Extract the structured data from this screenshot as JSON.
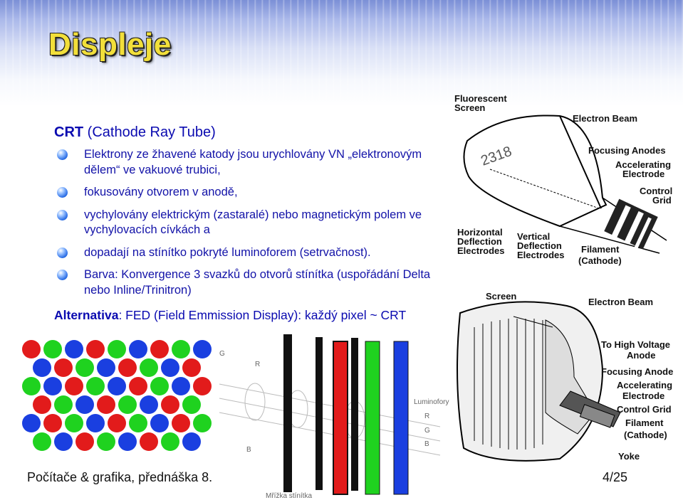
{
  "slide": {
    "title": "Displeje",
    "heading_bold": "CRT",
    "heading_rest": " (Cathode Ray Tube)",
    "bullets": [
      "Elektrony ze žhavené katody jsou urychlovány VN „elektronovým dělem“ ve vakuové trubici,",
      "fokusovány otvorem v anodě,",
      "vychylovány elektrickým (zastaralé) nebo magnetickým polem ve vychylovacích cívkách a",
      "dopadají na stínítko pokryté luminoforem (setrvačnost).",
      "Barva: Konvergence 3 svazků do otvorů stínítka (uspořádání Delta nebo Inline/Trinitron)"
    ],
    "alt_bold": "Alternativa",
    "alt_rest": ": FED (Field Emmission Display): každý pixel ~ CRT",
    "footer_left": "Počítače & grafika, přednáška 8.",
    "footer_right": "4/25"
  },
  "diagram_top": {
    "labels": {
      "fluorescent": [
        "Fluorescent",
        "Screen"
      ],
      "electron_beam": "Electron Beam",
      "focusing": "Focusing Anodes",
      "accelerating": [
        "Accelerating",
        "Electrode"
      ],
      "control": [
        "Control",
        "Grid"
      ],
      "horizontal": [
        "Horizontal",
        "Deflection",
        "Electrodes"
      ],
      "vertical": [
        "Vertical",
        "Deflection",
        "Electrodes"
      ],
      "filament": [
        "Filament",
        "(Cathode)"
      ],
      "screen_digits": "2318"
    }
  },
  "diagram_bottom": {
    "labels": {
      "screen": "Screen",
      "electron_beam": "Electron Beam",
      "high_voltage": [
        "To High Voltage",
        "Anode"
      ],
      "focusing": "Focusing Anode",
      "accelerating": [
        "Accelerating",
        "Electrode"
      ],
      "control": "Control Grid",
      "filament": [
        "Filament",
        "(Cathode)"
      ],
      "yoke": "Yoke"
    }
  },
  "diagram_mask": {
    "labels": {
      "g": "G",
      "r": "R",
      "b": "B",
      "luminofory": "Luminofory",
      "r2": "R",
      "g2": "G",
      "b2": "B",
      "mask": "Mřížka stínítka"
    }
  },
  "colors": {
    "red": "#e21b1b",
    "green": "#1fd21f",
    "blue": "#1a3fe0",
    "title": "#f2df3a",
    "text": "#0a0ab0"
  }
}
